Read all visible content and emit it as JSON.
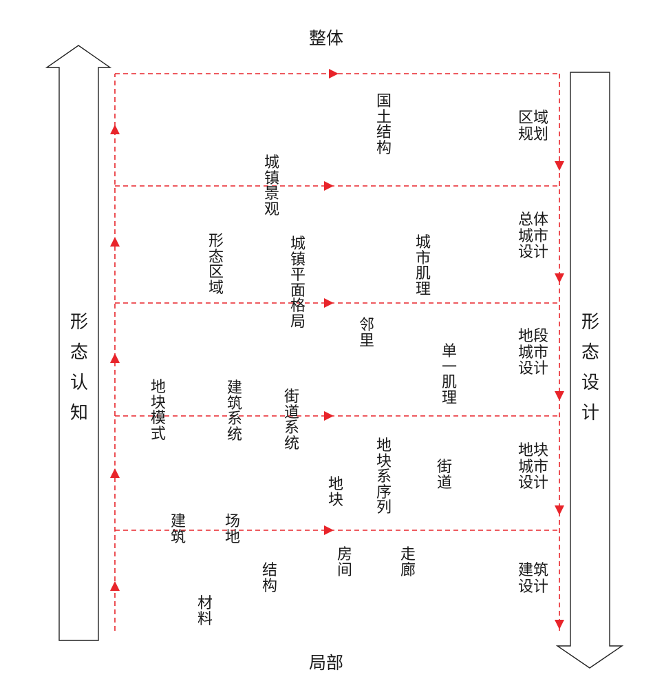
{
  "top_label": "整体",
  "bottom_label": "局部",
  "left_arrow_label": "形态认知",
  "right_arrow_label": "形态设计",
  "accent_color": "#e8242a",
  "design_levels": [
    "区域规划",
    "总体城市设计",
    "地段城市设计",
    "地块城市设计",
    "建筑设计"
  ],
  "cognition_terms": [
    "国土结构",
    "城镇景观",
    "形态区域",
    "城镇平面格局",
    "城市肌理",
    "邻里",
    "单一肌理",
    "地块模式",
    "建筑系统",
    "街道系统",
    "地块系序列",
    "街道",
    "地块",
    "建筑",
    "场地",
    "结构",
    "房间",
    "走廊",
    "材料"
  ]
}
